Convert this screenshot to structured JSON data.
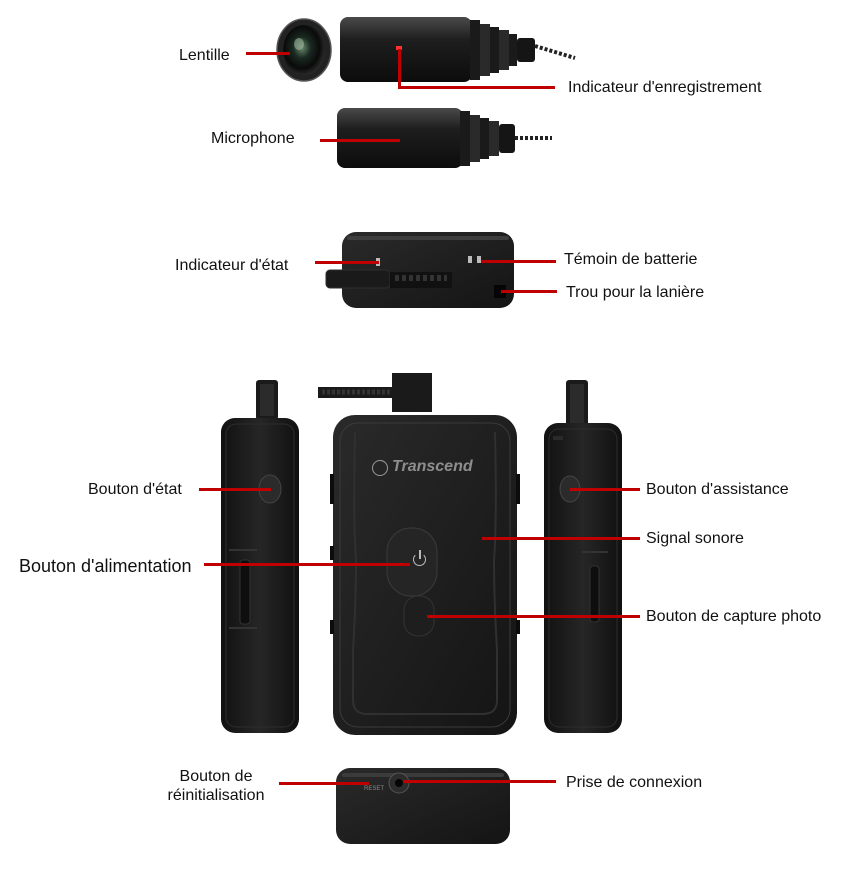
{
  "labels": {
    "lens": "Lentille",
    "recording_indicator": "Indicateur d'enregistrement",
    "microphone": "Microphone",
    "status_indicator": "Indicateur d'état",
    "battery_indicator": "Témoin de batterie",
    "strap_hole": "Trou pour la lanière",
    "status_button": "Bouton d'état",
    "assist_button": "Bouton d'assistance",
    "buzzer": "Signal sonore",
    "power_button": "Bouton d'alimentation",
    "snapshot_button": "Bouton de capture photo",
    "reset_button_line1": "Bouton de",
    "reset_button_line2": "réinitialisation",
    "connection_port": "Prise de connexion"
  },
  "device": {
    "brand": "Transcend",
    "reset_marking": "RESET"
  },
  "colors": {
    "callout_line": "#c00000",
    "device_body": "#1c1c1c",
    "device_edge": "#3a3a3a",
    "background": "#ffffff"
  },
  "icons": [
    "power-icon",
    "transcend-logo-icon"
  ]
}
